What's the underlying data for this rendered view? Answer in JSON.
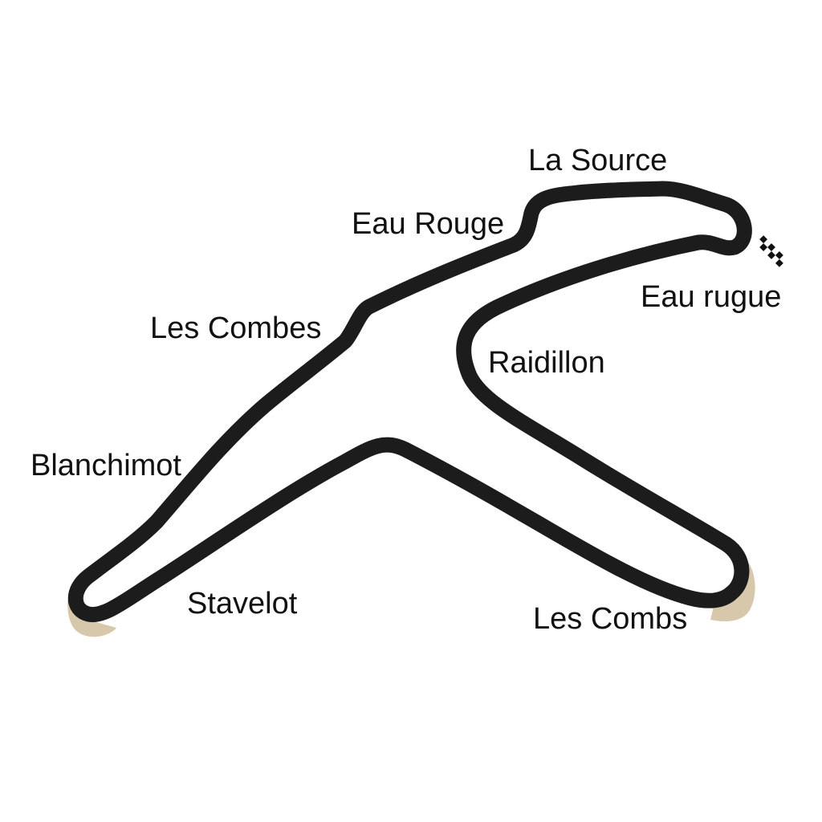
{
  "map": {
    "colors": {
      "track": "#1c1c1c",
      "runoff": "#d8c8ab",
      "background": "#ffffff",
      "flag": "#111111"
    },
    "icons": {
      "finish_flag": "checkered-flag-icon"
    },
    "labels": {
      "la_source": "La Source",
      "eau_rouge": "Eau Rouge",
      "eau_rugue": "Eau rugue",
      "les_combes": "Les Combes",
      "raidillon": "Raidillon",
      "blanchimot": "Blanchimot",
      "stavelot": "Stavelot",
      "les_combs": "Les Combs"
    }
  }
}
